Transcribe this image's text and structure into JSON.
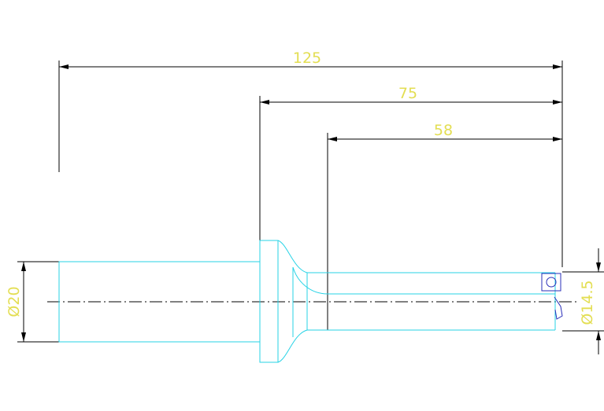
{
  "drawing": {
    "dimensions": {
      "overall_length": "125",
      "head_to_tip": "75",
      "flute_length": "58",
      "shank_diameter": "Ø20",
      "cutting_diameter": "Ø14.5"
    },
    "colors": {
      "part_outline": "#27d3e6",
      "dimension_text": "#e3de52",
      "dimension_lines": "#000000",
      "insert_outline": "#2a2fb8",
      "background": "#ffffff"
    }
  }
}
